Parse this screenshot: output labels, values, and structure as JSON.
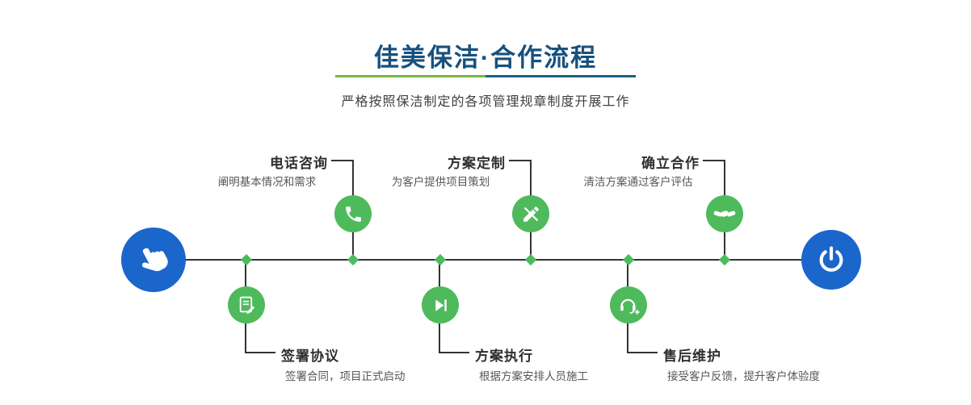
{
  "header": {
    "title": "佳美保洁·合作流程",
    "subtitle": "严格按照保洁制定的各项管理规章制度开展工作"
  },
  "steps": {
    "top": [
      {
        "label": "电话咨询",
        "desc": "阐明基本情况和需求",
        "icon": "phone-icon"
      },
      {
        "label": "方案定制",
        "desc": "为客户提供项目策划",
        "icon": "design-icon"
      },
      {
        "label": "确立合作",
        "desc": "清洁方案通过客户评估",
        "icon": "handshake-icon"
      }
    ],
    "bottom": [
      {
        "label": "签署协议",
        "desc": "签署合同，项目正式启动",
        "icon": "contract-icon"
      },
      {
        "label": "方案执行",
        "desc": "根据方案安排人员施工",
        "icon": "play-icon"
      },
      {
        "label": "售后维护",
        "desc": "接受客户反馈，提升客户体验度",
        "icon": "headset-icon"
      }
    ]
  },
  "endpoints": {
    "start_icon": "pointer-hand-icon",
    "end_icon": "power-icon"
  },
  "colors": {
    "accent_green": "#4eba5c",
    "accent_blue": "#1a66cb",
    "title": "#17517e",
    "divider_green": "#7ab648",
    "divider_blue": "#1b5e86",
    "line": "#333333"
  }
}
